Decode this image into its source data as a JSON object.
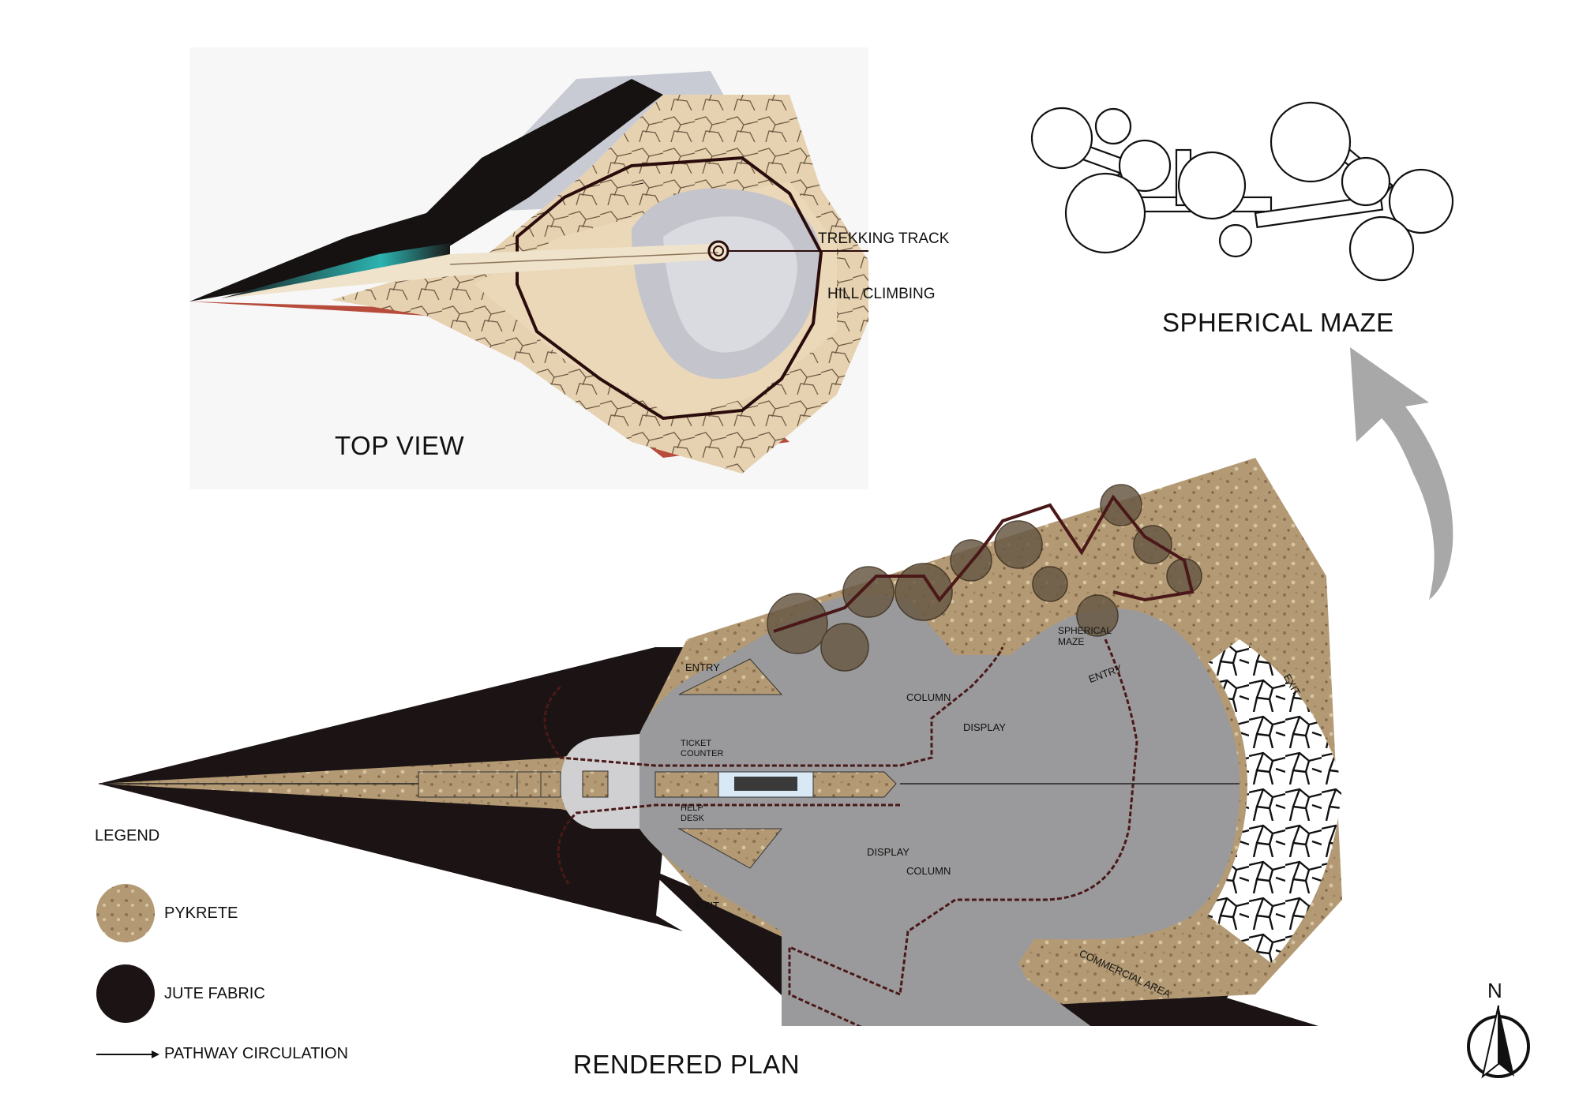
{
  "top_view": {
    "title": "TOP VIEW",
    "labels": {
      "trekking_track": "TREKKING TRACK",
      "hill_climbing": "HILL CLIMBING"
    }
  },
  "maze": {
    "title": "SPHERICAL MAZE"
  },
  "plan": {
    "title": "RENDERED PLAN",
    "labels": {
      "entry_front": "ENTRY",
      "exit_front": "EXIT",
      "ticket_counter_1": "TICKET",
      "ticket_counter_2": "COUNTER",
      "help_desk_1": "HELP",
      "help_desk_2": "DESK",
      "column_top": "COLUMN",
      "column_bottom": "COLUMN",
      "display_top": "DISPLAY",
      "display_bottom": "DISPLAY",
      "spherical_maze_1": "SPHERICAL",
      "spherical_maze_2": "MAZE",
      "maze_entry": "ENTRY",
      "maze_exit": "EXIT",
      "commercial_area": "COMMERCIAL AREA"
    }
  },
  "legend": {
    "title": "LEGEND",
    "items": [
      {
        "label": "PYKRETE",
        "swatch": "pykrete"
      },
      {
        "label": "JUTE FABRIC",
        "swatch": "jute"
      },
      {
        "label": "PATHWAY CIRCULATION",
        "swatch": "arrow"
      }
    ]
  },
  "north": {
    "label": "N"
  },
  "colors": {
    "pykrete": "#b39a74",
    "jute": "#1c1414",
    "floor": "#9a9a9c",
    "path": "#4a1818",
    "arrow_gray": "#a8a8a8",
    "terracotta": "#b84c3c",
    "teal": "#48c8c0"
  }
}
